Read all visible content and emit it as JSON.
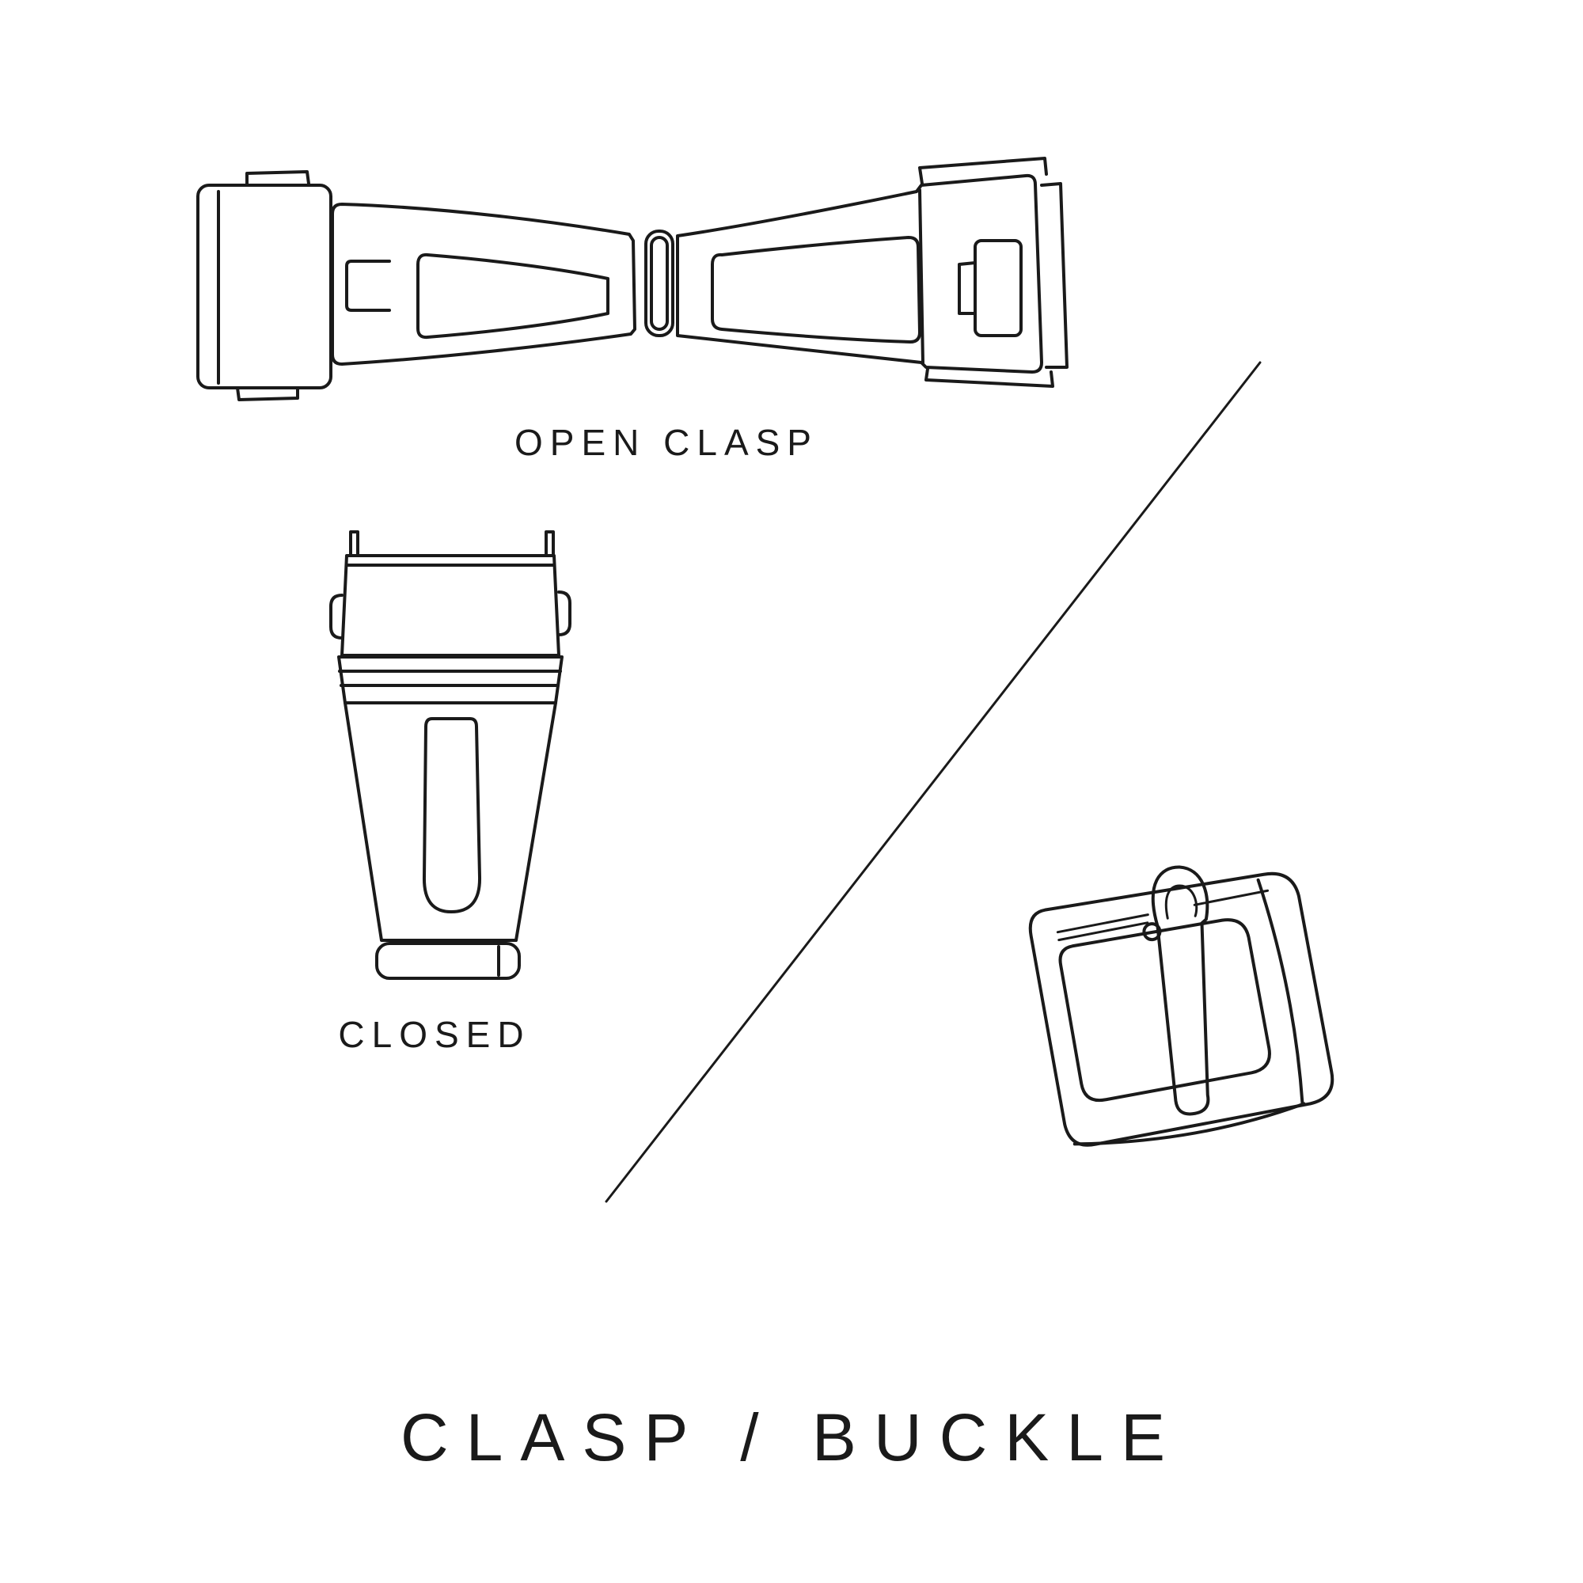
{
  "page": {
    "background_color": "#ffffff",
    "line_color": "#1a1a1a",
    "title": "CLASP / BUCKLE"
  },
  "labels": {
    "open_clasp": "OPEN CLASP",
    "closed": "CLOSED"
  },
  "illustrations": {
    "open_clasp": "open-watch-clasp-line-drawing",
    "closed_clasp": "closed-watch-clasp-line-drawing",
    "buckle": "tang-buckle-line-drawing",
    "divider": "diagonal-divider-line"
  }
}
